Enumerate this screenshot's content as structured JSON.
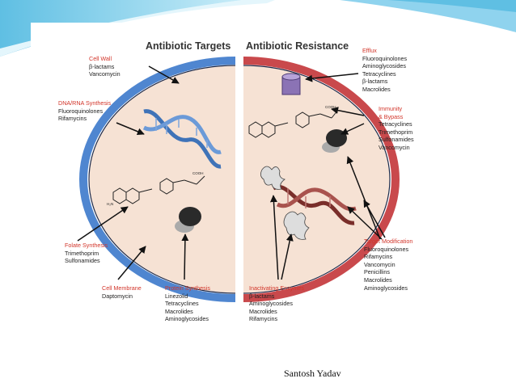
{
  "titles": {
    "left": "Antibiotic Targets",
    "right": "Antibiotic Resistance"
  },
  "left": {
    "cell_wall": {
      "title": "Cell Wall",
      "items": [
        "β-lactams",
        "Vancomycin"
      ]
    },
    "dna_rna": {
      "title": "DNA/RNA Synthesis",
      "items": [
        "Fluoroquinolones",
        "Rifamycins"
      ]
    },
    "folate": {
      "title": "Folate Synthesis",
      "items": [
        "Trimethoprim",
        "Sulfonamides"
      ]
    },
    "membrane": {
      "title": "Cell Membrane",
      "items": [
        "Daptomycin"
      ]
    },
    "protein": {
      "title": "Protein Synthesis",
      "items": [
        "Linezolid",
        "Tetracyclines",
        "Macrolides",
        "Aminoglycosides"
      ]
    }
  },
  "right": {
    "efflux": {
      "title": "Efflux",
      "items": [
        "Fluoroquinolones",
        "Aminoglycosides",
        "Tetracyclines",
        "β-lactams",
        "Macrolides"
      ]
    },
    "immunity": {
      "title_lines": [
        "Immunity",
        "& Bypass"
      ],
      "items": [
        "Tetracyclines",
        "Trimethoprim",
        "Sulfonamides",
        "Vancomycin"
      ]
    },
    "target_mod": {
      "title": "Target Modification",
      "items": [
        "Fluoroquinolones",
        "Rifamycins",
        "Vancomycin",
        "Penicillins",
        "Macrolides",
        "Aminoglycosides"
      ]
    },
    "inactivating": {
      "title": "Inactivating Enzymes",
      "items": [
        "β-lactams",
        "Aminoglycosides",
        "Macrolides",
        "Rifamycins"
      ]
    }
  },
  "molecule_labels": {
    "cooh": "COOH",
    "h2n": "H₂N"
  },
  "author": "Santosh Yadav",
  "colors": {
    "membrane_left": "#4f86d0",
    "membrane_right": "#c9494c",
    "cytoplasm": "#f6e2d4",
    "label_title": "#d2352a",
    "slide_accent": "#7ccbe8"
  }
}
